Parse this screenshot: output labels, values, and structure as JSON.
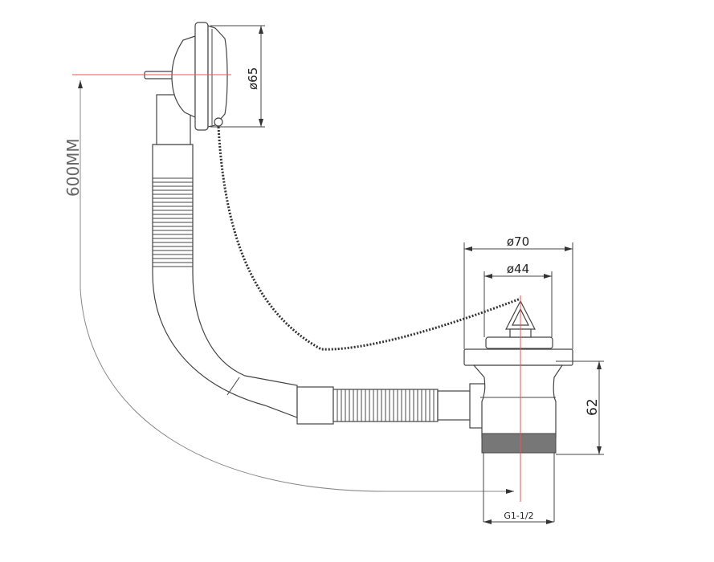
{
  "labels": {
    "overflow_diameter": "ø65",
    "total_length": "600MM",
    "flange_diameter": "ø70",
    "plug_diameter": "ø44",
    "waste_height": "62",
    "thread_size": "G1-1/2"
  },
  "colors": {
    "line": "#444444",
    "centerline": "#f05050",
    "dimension": "#888888"
  }
}
